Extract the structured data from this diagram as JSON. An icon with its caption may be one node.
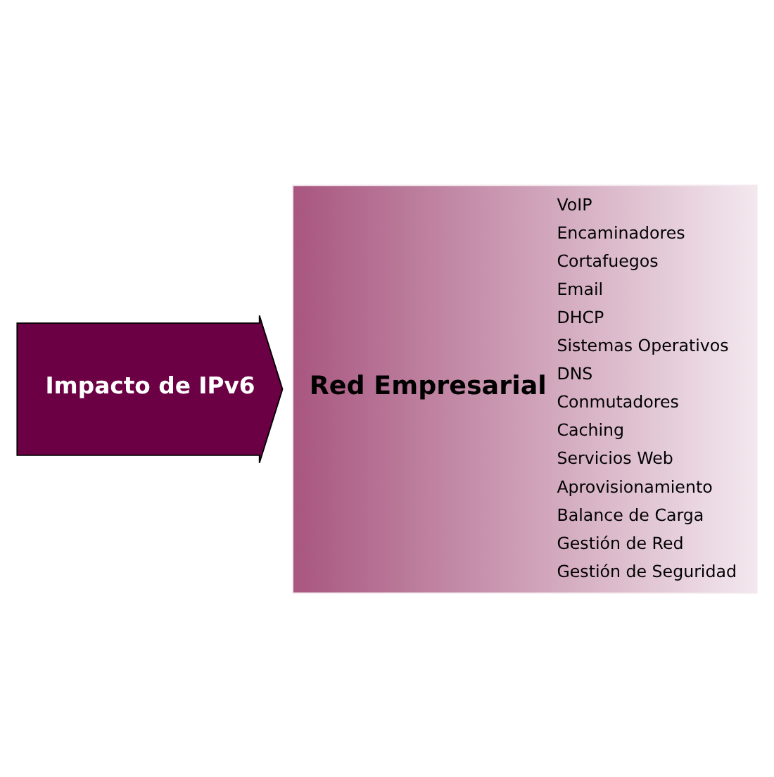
{
  "diagram": {
    "nodes": [
      {
        "text": [
          "Impacto de IPv6"
        ]
      },
      {
        "text": [
          "Red Empresarial",
          "VoIP",
          "Encaminadores",
          "Cortafuegos",
          "Email",
          "DHCP",
          "Sistemas Operativos",
          "DNS",
          "Conmutadores",
          "Caching",
          "Servicios Web",
          "Aprovisionamiento",
          "Balance de Carga",
          "Gestión de Red",
          "Gestión de Seguridad"
        ]
      }
    ]
  }
}
